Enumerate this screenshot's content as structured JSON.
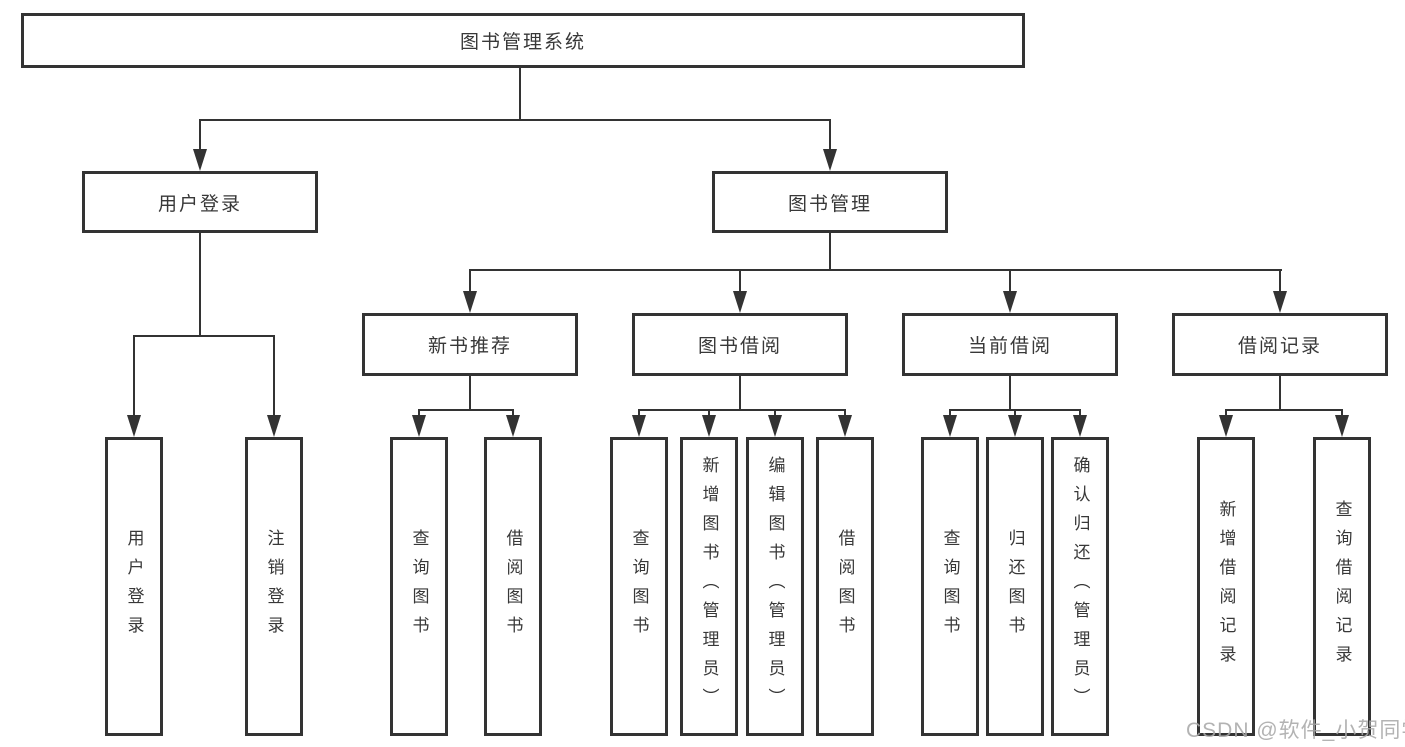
{
  "colors": {
    "line": "#333333",
    "text": "#383838",
    "box_background": "#ffffff",
    "watermark": "#a9a9a9"
  },
  "watermark": {
    "text": "CSDN @软件_小贺同学"
  },
  "tree": {
    "root": {
      "label": "图书管理系统"
    },
    "branches": [
      {
        "label": "用户登录",
        "leaves": [
          {
            "label": "用户登录"
          },
          {
            "label": "注销登录"
          }
        ]
      },
      {
        "label": "图书管理",
        "groups": [
          {
            "label": "新书推荐",
            "leaves": [
              {
                "label": "查询图书"
              },
              {
                "label": "借阅图书"
              }
            ]
          },
          {
            "label": "图书借阅",
            "leaves": [
              {
                "label": "查询图书"
              },
              {
                "label": "新增图书（管理员）"
              },
              {
                "label": "编辑图书（管理员）"
              },
              {
                "label": "借阅图书"
              }
            ]
          },
          {
            "label": "当前借阅",
            "leaves": [
              {
                "label": "查询图书"
              },
              {
                "label": "归还图书"
              },
              {
                "label": "确认归还（管理员）"
              }
            ]
          },
          {
            "label": "借阅记录",
            "leaves": [
              {
                "label": "新增借阅记录"
              },
              {
                "label": "查询借阅记录"
              }
            ]
          }
        ]
      }
    ]
  }
}
